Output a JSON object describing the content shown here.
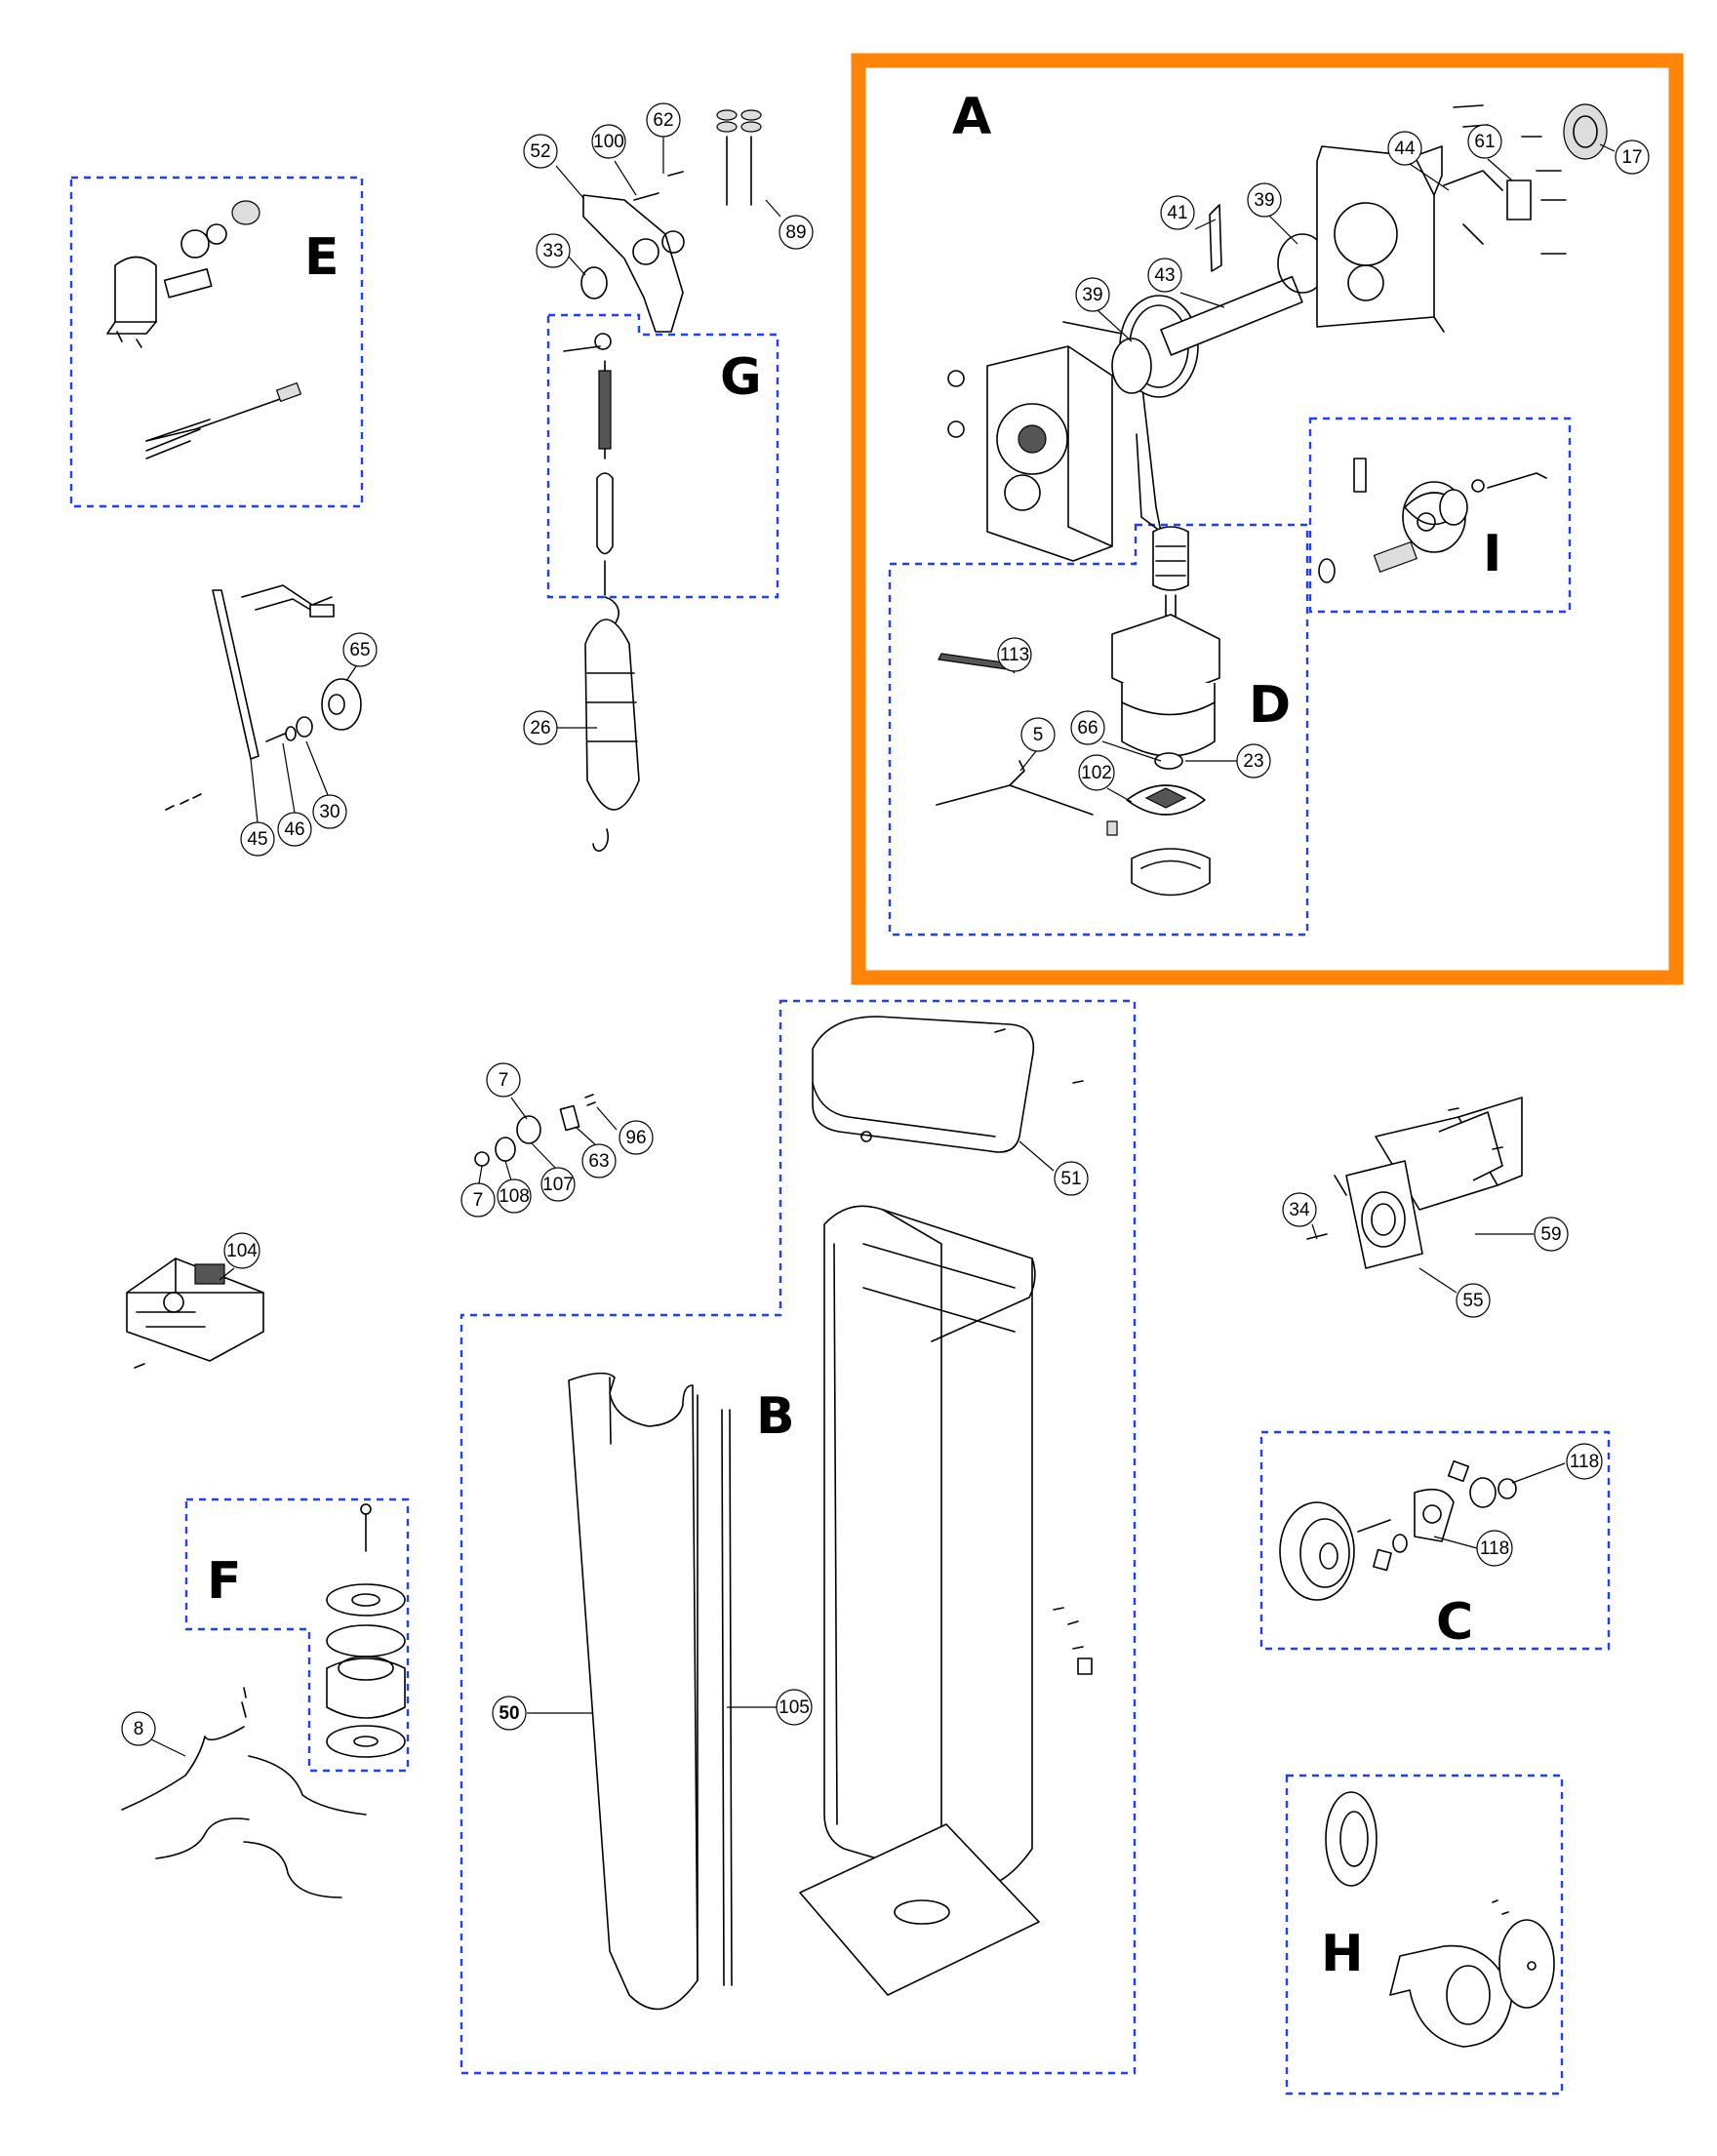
{
  "colors": {
    "highlight_frame": "#FF8407",
    "group_border": "#1F3FFF",
    "ink": "#000000",
    "background": "#FFFFFF"
  },
  "groups": [
    "A",
    "B",
    "C",
    "D",
    "E",
    "F",
    "G",
    "H",
    "I"
  ],
  "part_numbers": {
    "p52": "52",
    "p100": "100",
    "p62": "62",
    "p89": "89",
    "p33": "33",
    "p26": "26",
    "p65": "65",
    "p45": "45",
    "p46": "46",
    "p30": "30",
    "p44": "44",
    "p61": "61",
    "p17": "17",
    "p41": "41",
    "p39a": "39",
    "p39b": "39",
    "p43": "43",
    "p113": "113",
    "p5": "5",
    "p66": "66",
    "p23": "23",
    "p102": "102",
    "p7a": "7",
    "p7b": "7",
    "p108": "108",
    "p107": "107",
    "p63": "63",
    "p96": "96",
    "p104": "104",
    "p51": "51",
    "p50": "50",
    "p105": "105",
    "p8": "8",
    "p34": "34",
    "p59": "59",
    "p55": "55",
    "p118a": "118",
    "p118b": "118"
  }
}
